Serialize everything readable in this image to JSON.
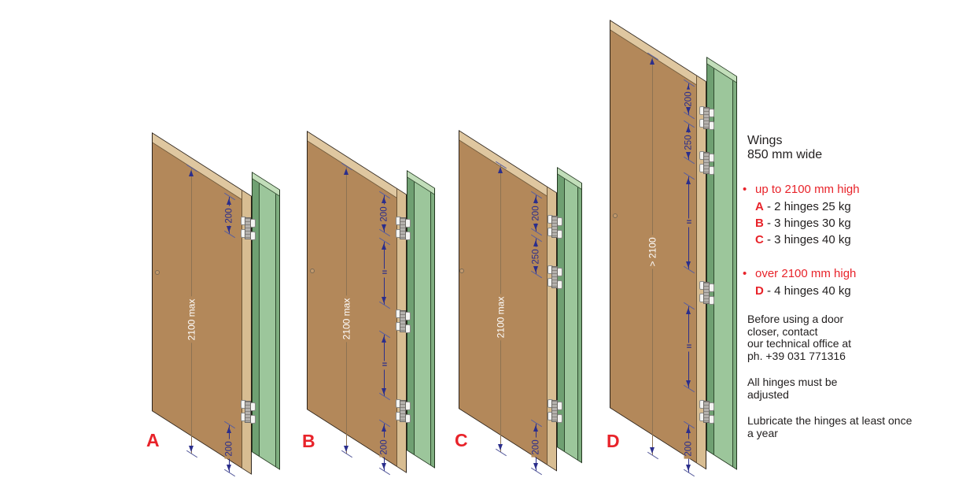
{
  "colors": {
    "accent_red": "#e8232a",
    "dimension_navy": "#2b2e8c",
    "door_face": "#b3885a",
    "door_edge": "#d8bd92",
    "frame_green": "#9cc69b",
    "frame_green_dark": "#6fa072"
  },
  "diagram": {
    "doors": [
      {
        "label": "A",
        "height_label": "2100 max",
        "dim_top": "200",
        "dim_bottom": "200",
        "hinge_count": 2
      },
      {
        "label": "B",
        "height_label": "2100 max",
        "dim_top": "200",
        "dim_eq1": "=",
        "dim_eq2": "=",
        "dim_bottom": "200",
        "hinge_count": 3
      },
      {
        "label": "C",
        "height_label": "2100 max",
        "dim_top": "200",
        "dim_mid": "250",
        "dim_bottom": "200",
        "hinge_count": 3
      },
      {
        "label": "D",
        "height_label": "> 2100",
        "dim_top": "200",
        "dim_mid": "250",
        "dim_eq1": "=",
        "dim_eq2": "=",
        "dim_bottom": "200",
        "hinge_count": 4
      }
    ]
  },
  "panel": {
    "wings_line1": "Wings",
    "wings_line2": "850 mm wide",
    "bullet": "•",
    "groups": [
      {
        "heading": "up to 2100 mm high",
        "items": [
          {
            "key": "A",
            "text": "- 2 hinges 25 kg"
          },
          {
            "key": "B",
            "text": "- 3 hinges 30 kg"
          },
          {
            "key": "C",
            "text": "- 3 hinges 40 kg"
          }
        ]
      },
      {
        "heading": "over 2100 mm high",
        "items": [
          {
            "key": "D",
            "text": "- 4 hinges 40 kg"
          }
        ]
      }
    ],
    "notes": [
      "Before using a door\ncloser, contact\nour technical office at\nph. +39 031 771316",
      "All hinges must be\nadjusted",
      "Lubricate the hinges at least once\na year"
    ]
  }
}
